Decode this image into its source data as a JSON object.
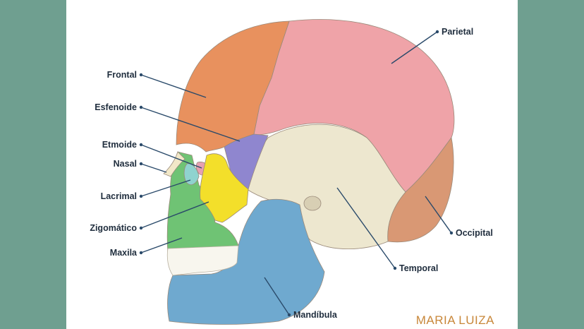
{
  "labels": {
    "parietal": "Parietal",
    "frontal": "Frontal",
    "esfenoide": "Esfenoide",
    "etmoide": "Etmoide",
    "nasal": "Nasal",
    "lacrimal": "Lacrimal",
    "zigomatico": "Zigomático",
    "maxila": "Maxila",
    "occipital": "Occipital",
    "temporal": "Temporal",
    "mandibula": "Mandíbula"
  },
  "credit": "MARIA LUIZA",
  "colors": {
    "background": "#6f9f90",
    "panel": "#ffffff",
    "parietal": "#efa3a8",
    "frontal": "#e8915e",
    "esfenoide": "#8f86cf",
    "etmoide": "#e7a0b2",
    "nasal": "#f2e8c8",
    "lacrimal": "#8fd3cf",
    "zigomatico": "#f3df2a",
    "maxila": "#6fc374",
    "occipital": "#d99874",
    "temporal": "#ede7cf",
    "mandibula": "#6fa9cf",
    "teeth": "#f8f6ee",
    "leader": "#2a4a6a",
    "credit": "#c8873a"
  }
}
